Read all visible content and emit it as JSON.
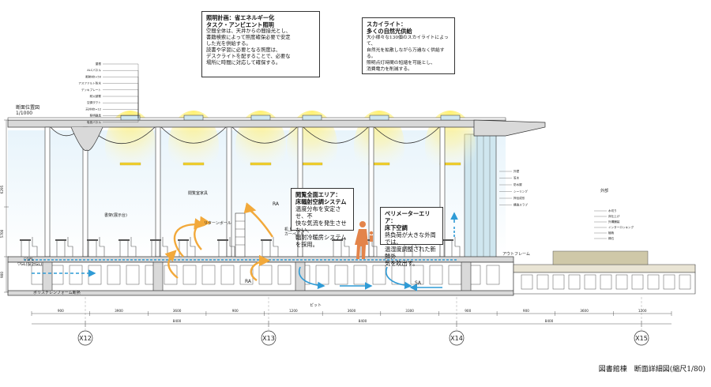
{
  "title": "図書館棟　断面詳細図(縮尺1/80)",
  "colors": {
    "ink": "#333333",
    "concrete": "#d9d9d9",
    "glass": "#cfe6ef",
    "light": "#fff06a",
    "airflow_warm": "#f2a93b",
    "airflow_cool": "#2f9bd6",
    "person": "#e3844a"
  },
  "callouts": {
    "lighting": {
      "heading": "照明計画：省エネルギー化\nタスク・アンビエント照明",
      "body": "空間全体は、天井からの間接光とし、\n書籍検索によって照度確保必要で安定\nした光を供給する。\n読書や学習に必要となる照度は、\nデスクライトを配することで、必要な\n場所に時間に対応して確保する。"
    },
    "skylight": {
      "heading": "スカイライト：\n多くの自然光供給",
      "body": "大小様々な130個のスカイライトによって、\n自然光を拡散しながら万遍なく供給する。\n照明点灯時間の短縮を可能とし、\n消費電力を削減する。"
    },
    "stack": {
      "heading": "閲覧全面エリア：\n床輻射空調システム",
      "body": "温度分布を安定させ、不\n快な気流を発生させない、\n輻射冷暖房システムを採用。"
    },
    "perimeter": {
      "heading": "ペリメーターエリア：\n床下空調",
      "body": "熱負荷が大きな外周では、\n温湿度調整された新鮮外\n気を吹出す。"
    }
  },
  "labels": {
    "drawing_ref": "断面位置図\n1/1000",
    "outside": "外部",
    "sa": "SA",
    "ra": "RA",
    "gl": "▽1FL",
    "sgl": "▽GL(設計GL)",
    "polystyrene": "ポリスチレンフォーム断熱",
    "cable_pit": "ピット",
    "exhibit": "閲覧室家具",
    "book_display": "書架(展示台)",
    "curtain": "リターンボール",
    "desk": "机上\nカーペット",
    "outer_wall": "アウトフレーム"
  },
  "axes": [
    "X12",
    "X13",
    "X14",
    "X15"
  ],
  "dims": {
    "sub": [
      "900",
      "3900",
      "3600",
      "900",
      "1200",
      "3600",
      "3300",
      "900",
      "900",
      "3600",
      "1200"
    ],
    "spans": [
      "8400",
      "8400",
      "8400"
    ],
    "heights": [
      "6295",
      "5700",
      "900"
    ]
  },
  "left_notes": [
    "屋根",
    "ALCパネル",
    "断熱材t=50",
    "アスファルト防水",
    "デッキプレート",
    "耐火被覆",
    "空調ダクト",
    "天井材t=12",
    "照明器具",
    "吸音パネル"
  ],
  "right_notes": [
    "外壁",
    "笠木",
    "防水層",
    "シーリング",
    "押出成形",
    "構造スラブ",
    "水切り",
    "床仕上げ",
    "外構舗装",
    "インターロッキング",
    "植栽",
    "縁石"
  ]
}
